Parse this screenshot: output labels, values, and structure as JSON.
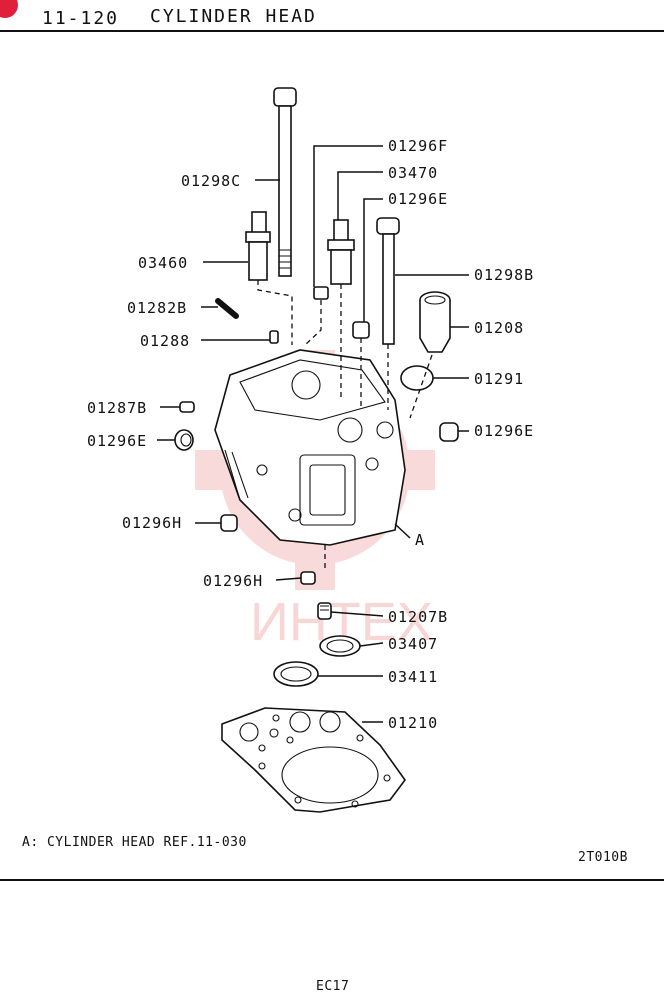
{
  "header": {
    "section_code": "11-120",
    "title": "CYLINDER HEAD"
  },
  "watermark": {
    "text": "ИНТЕХ",
    "color": "#e23a3a",
    "badge_color": "#e0203a"
  },
  "callouts": {
    "p01296F": "01296F",
    "p03470": "03470",
    "p01298C": "01298C",
    "p01296E_top": "01296E",
    "p03460": "03460",
    "p01298B": "01298B",
    "p01282B": "01282B",
    "p01208": "01208",
    "p01288": "01288",
    "p01291": "01291",
    "p01287B": "01287B",
    "p01296E_right": "01296E",
    "p01296E_left": "01296E",
    "p01296H_left": "01296H",
    "ref_A": "A",
    "p01296H_bottom": "01296H",
    "p01207B": "01207B",
    "p03407": "03407",
    "p03411": "03411",
    "p01210": "01210"
  },
  "footnote": "A: CYLINDER HEAD REF.11-030",
  "figure_code": "2T010B",
  "page_code": "EC17"
}
